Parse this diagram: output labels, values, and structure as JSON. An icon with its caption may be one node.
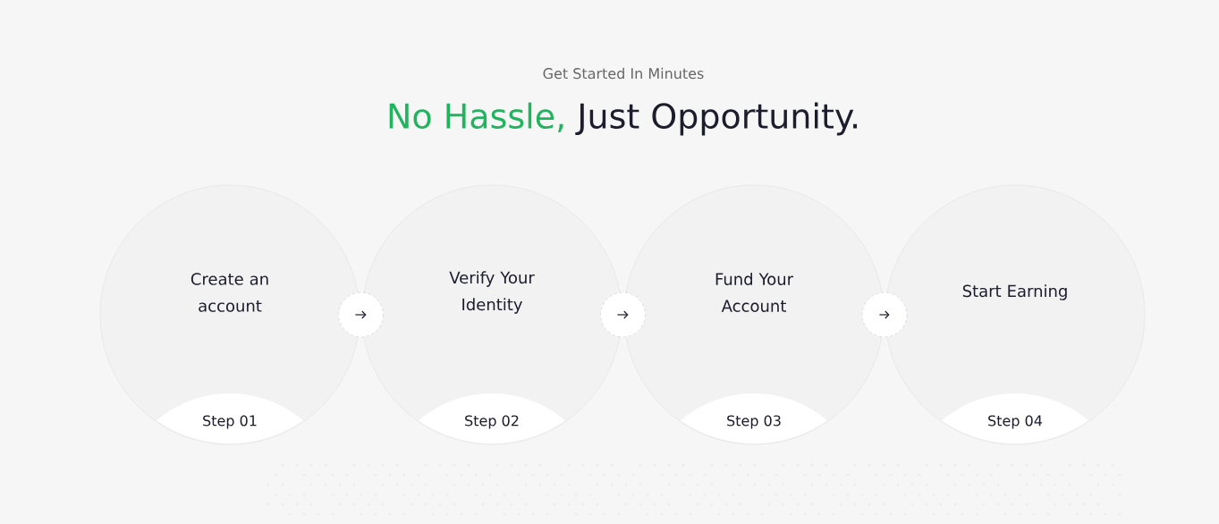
{
  "diagram": {
    "nodes": [
      {
        "text": [
          "Create an account",
          "Step 01"
        ]
      },
      {
        "text": [
          "Verify Your Identity",
          "Step 02"
        ]
      },
      {
        "text": [
          "Fund Your Account",
          "Step 03"
        ]
      },
      {
        "text": [
          "Start Earning",
          "Step 04"
        ]
      }
    ],
    "edges": [
      {
        "from": 0,
        "to": 1,
        "arrow": "to"
      },
      {
        "from": 1,
        "to": 2,
        "arrow": "to"
      },
      {
        "from": 2,
        "to": 3,
        "arrow": "to"
      }
    ],
    "labels": [
      "Get Started In Minutes",
      "No Hassle,",
      "Just Opportunity."
    ]
  }
}
